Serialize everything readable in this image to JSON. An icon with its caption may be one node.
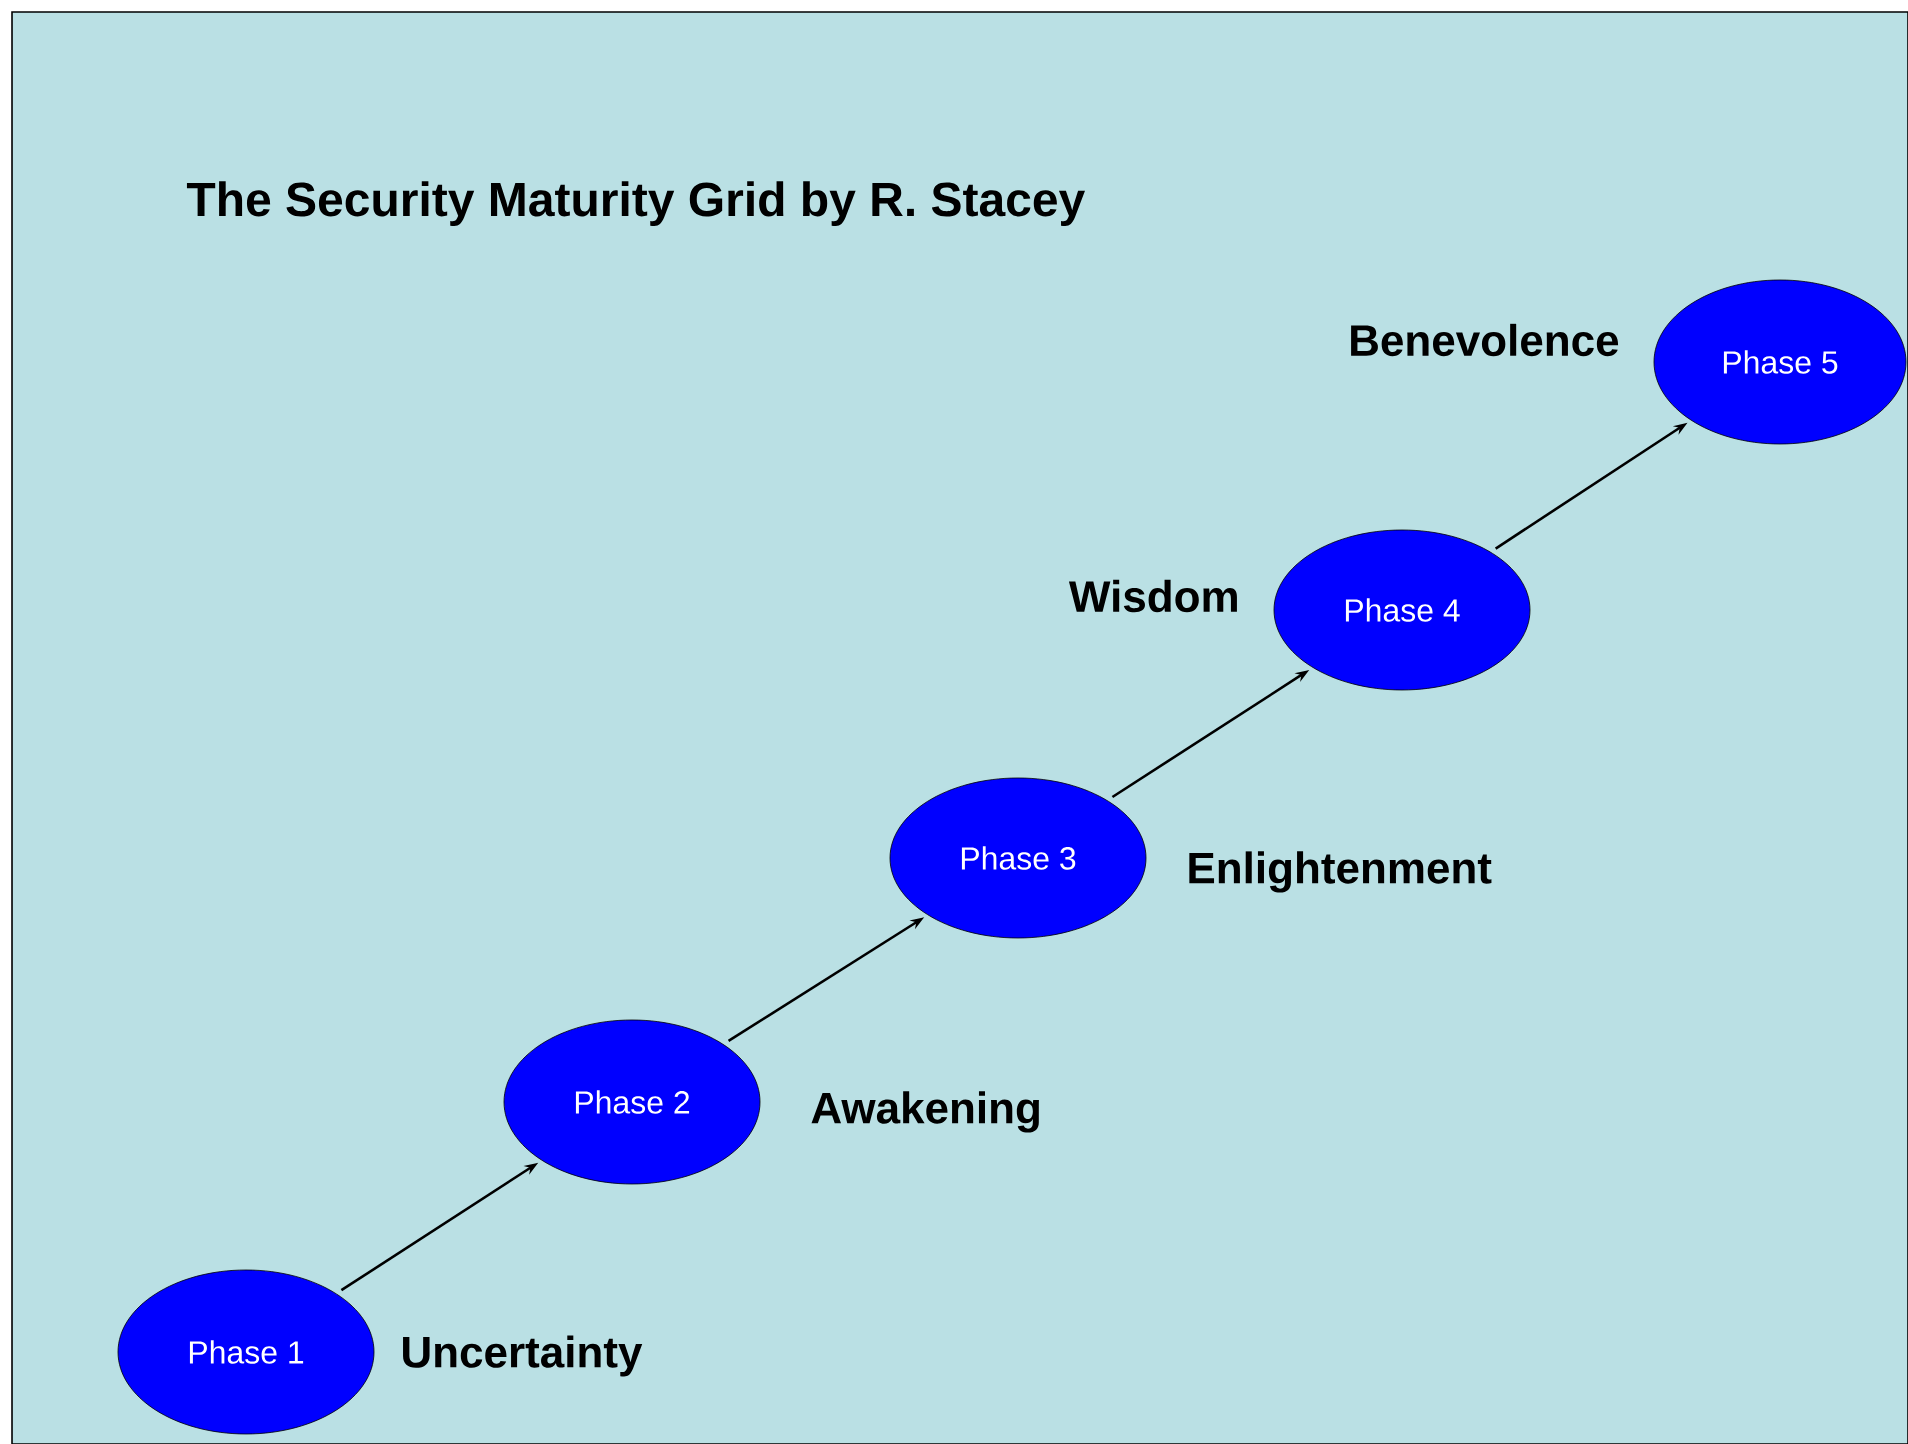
{
  "diagram": {
    "title": "The Security Maturity Grid by R. Stacey",
    "nodes": [
      {
        "text": [
          "Phase 1"
        ],
        "beside": [
          "Uncertainty"
        ]
      },
      {
        "text": [
          "Phase 2"
        ],
        "beside": [
          "Awakening"
        ]
      },
      {
        "text": [
          "Phase 3"
        ],
        "beside": [
          "Enlightenment"
        ]
      },
      {
        "text": [
          "Phase 4"
        ],
        "beside": [
          "Wisdom"
        ]
      },
      {
        "text": [
          "Phase 5"
        ],
        "beside": [
          "Benevolence"
        ]
      }
    ],
    "edges": [
      {
        "from": 0,
        "to": 1,
        "arrow": "to"
      },
      {
        "from": 1,
        "to": 2,
        "arrow": "to"
      },
      {
        "from": 2,
        "to": 3,
        "arrow": "to"
      },
      {
        "from": 3,
        "to": 4,
        "arrow": "to"
      }
    ]
  }
}
